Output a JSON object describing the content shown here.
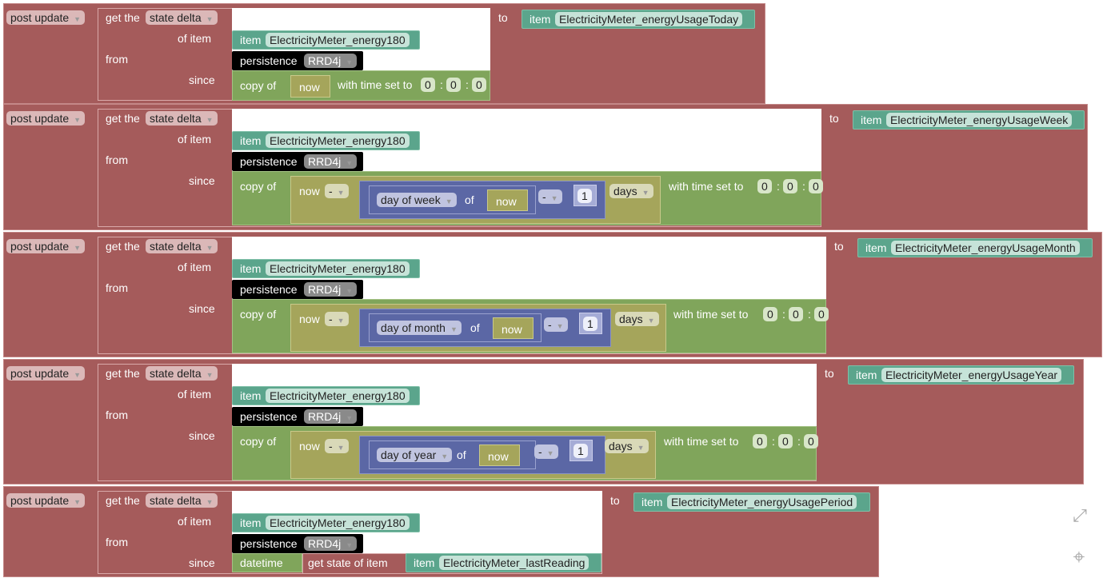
{
  "common": {
    "post_update": "post update",
    "get_the": "get the",
    "state_delta": "state delta",
    "of_item": "of item",
    "from": "from",
    "since": "since",
    "item": "item",
    "source_item": "ElectricityMeter_energy180",
    "persistence": "persistence",
    "persistence_service": "RRD4j",
    "to": "to",
    "copy_of": "copy of",
    "now": "now",
    "minus": "-",
    "with_time_set_to": "with time set to",
    "zero": "0",
    "colon": ":",
    "days": "days",
    "of": "of",
    "one": "1",
    "datetime": "datetime",
    "get_state_of_item": "get state of item"
  },
  "rules": [
    {
      "target": "ElectricityMeter_energyUsageToday"
    },
    {
      "target": "ElectricityMeter_energyUsageWeek",
      "unit": "day of week"
    },
    {
      "target": "ElectricityMeter_energyUsageMonth",
      "unit": "day of month"
    },
    {
      "target": "ElectricityMeter_energyUsageYear",
      "unit": "day of year"
    },
    {
      "target": "ElectricityMeter_energyUsagePeriod",
      "since_item": "ElectricityMeter_lastReading"
    }
  ],
  "icons": {
    "fullscreen": "fullscreen-icon",
    "recenter": "target-icon"
  },
  "colors": {
    "rule": "#a55b5b",
    "item": "#5ba58c",
    "persistence": "#000000",
    "datetime": "#80a55b",
    "now": "#a5a55b",
    "math": "#5b67a5"
  }
}
